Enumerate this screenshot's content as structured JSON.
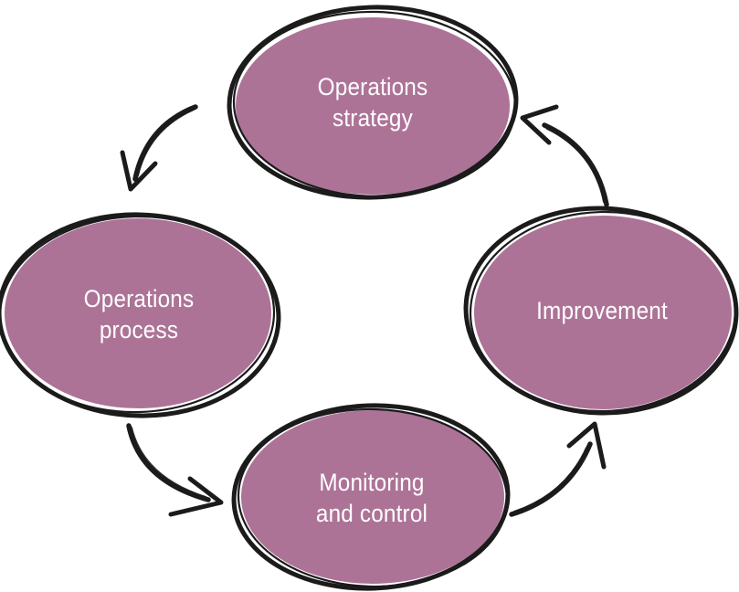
{
  "diagram_type": "cycle",
  "colors": {
    "node_fill": "#ad7397",
    "outline": "#1b1b1b",
    "label_text": "#ffffff",
    "background": "#ffffff"
  },
  "nodes": [
    {
      "id": "operations-strategy",
      "label": "Operations\nstrategy"
    },
    {
      "id": "operations-process",
      "label": "Operations\nprocess"
    },
    {
      "id": "monitoring-and-control",
      "label": "Monitoring\nand control"
    },
    {
      "id": "improvement",
      "label": "Improvement"
    }
  ],
  "arrows": [
    {
      "from": "operations-strategy",
      "to": "operations-process"
    },
    {
      "from": "operations-process",
      "to": "monitoring-and-control"
    },
    {
      "from": "monitoring-and-control",
      "to": "improvement"
    },
    {
      "from": "improvement",
      "to": "operations-strategy"
    }
  ]
}
